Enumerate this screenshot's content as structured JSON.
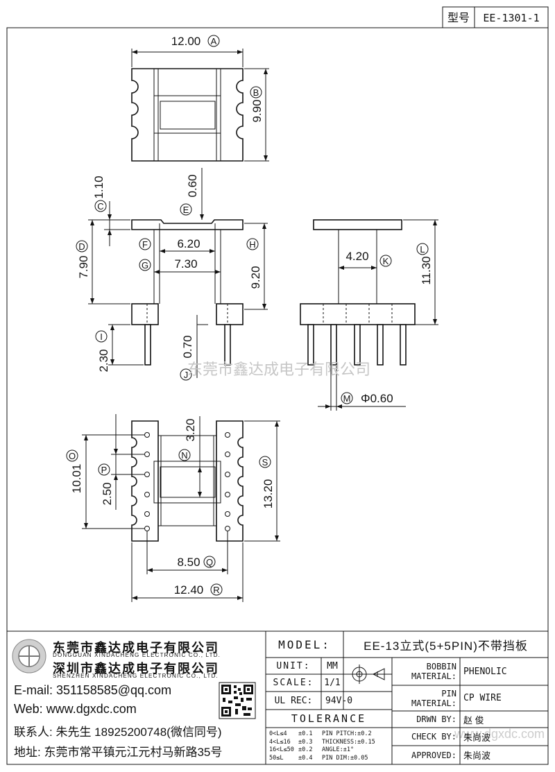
{
  "header": {
    "type_label": "型号",
    "model_code": "EE-1301-1"
  },
  "watermark": "东莞市鑫达成电子有限公司",
  "watermark2": "www.dgxdc.com",
  "dims": {
    "A": "12.00",
    "B": "9.90",
    "C": "1.10",
    "D": "7.90",
    "E": "0.60",
    "F": "6.20",
    "G": "7.30",
    "H": "9.20",
    "I": "2.30",
    "J": "0.70",
    "K": "4.20",
    "L": "11.30",
    "M": "Φ0.60",
    "N": "3.20",
    "O": "10.01",
    "P": "2.50",
    "Q": "8.50",
    "R": "12.40",
    "S": "13.20"
  },
  "letters": [
    "A",
    "B",
    "C",
    "D",
    "E",
    "F",
    "G",
    "H",
    "I",
    "J",
    "K",
    "L",
    "M",
    "N",
    "O",
    "P",
    "Q",
    "R",
    "S"
  ],
  "company": {
    "name_cn": "东莞市鑫达成电子有限公司",
    "name_en": "DONGGUAN XINDACHENG ELECTRONIC CO., LTD.",
    "name2_cn": "深圳市鑫达成电子有限公司",
    "name2_en": "SHENZHEN XINDACHENG ELECTRONIC CO., LTD.",
    "email": "E-mail: 351158585@qq.com",
    "web": "Web: www.dgxdc.com",
    "contact": "联系人: 朱先生 18925200748(微信同号)",
    "address": "地址: 东莞市常平镇元江元村马新路35号"
  },
  "titleblock": {
    "model_label": "MODEL:",
    "model_value": "EE-13立式(5+5PIN)不带挡板",
    "unit_label": "UNIT:",
    "unit_value": "MM",
    "scale_label": "SCALE:",
    "scale_value": "1/1",
    "ulrec_label": "UL REC:",
    "ulrec_value": "94V-0",
    "tolerance_label": "TOLERANCE",
    "bobbin_label": "BOBBIN MATERIAL:",
    "bobbin_value": "PHENOLIC",
    "pin_label": "PIN MATERIAL:",
    "pin_value": "CP WIRE",
    "drwn_label": "DRWN BY:",
    "drwn_value": "赵  俊",
    "check_label": "CHECK BY:",
    "check_value": "朱尚波",
    "approved_label": "APPROVED:",
    "approved_value": "朱尚波",
    "tol_rows": [
      {
        "range": "0<L≤4",
        "tol": "±0.1",
        "item": "PIN PITCH:±0.2"
      },
      {
        "range": "4<L≤16",
        "tol": "±0.3",
        "item": "THICKNESS:±0.15"
      },
      {
        "range": "16<L≤50",
        "tol": "±0.2",
        "item": "ANGLE:±1°"
      },
      {
        "range": "50≤L",
        "tol": "±0.4",
        "item": "PIN DIM:±0.05"
      }
    ]
  }
}
